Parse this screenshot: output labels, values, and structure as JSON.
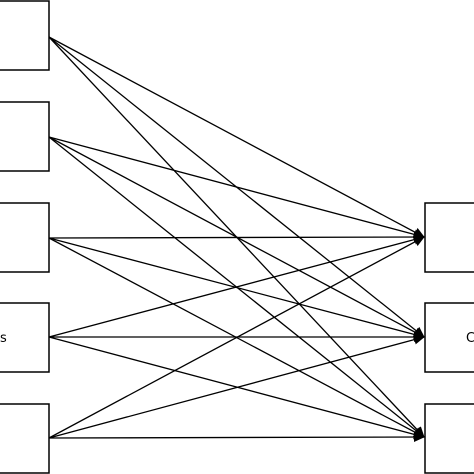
{
  "diagram": {
    "type": "bipartite-flow",
    "left_nodes": [
      {
        "id": "L1",
        "label": ""
      },
      {
        "id": "L2",
        "label": ""
      },
      {
        "id": "L3",
        "label": ""
      },
      {
        "id": "L4",
        "label": "s"
      },
      {
        "id": "L5",
        "label": ""
      }
    ],
    "right_nodes": [
      {
        "id": "R1",
        "label": ""
      },
      {
        "id": "R2",
        "label": "C"
      },
      {
        "id": "R3",
        "label": ""
      }
    ],
    "edges": [
      [
        "L1",
        "R1"
      ],
      [
        "L1",
        "R2"
      ],
      [
        "L1",
        "R3"
      ],
      [
        "L2",
        "R1"
      ],
      [
        "L2",
        "R2"
      ],
      [
        "L2",
        "R3"
      ],
      [
        "L3",
        "R1"
      ],
      [
        "L3",
        "R2"
      ],
      [
        "L3",
        "R3"
      ],
      [
        "L4",
        "R1"
      ],
      [
        "L4",
        "R2"
      ],
      [
        "L4",
        "R3"
      ],
      [
        "L5",
        "R1"
      ],
      [
        "L5",
        "R2"
      ],
      [
        "L5",
        "R3"
      ]
    ],
    "arrow_color": "#000000"
  }
}
